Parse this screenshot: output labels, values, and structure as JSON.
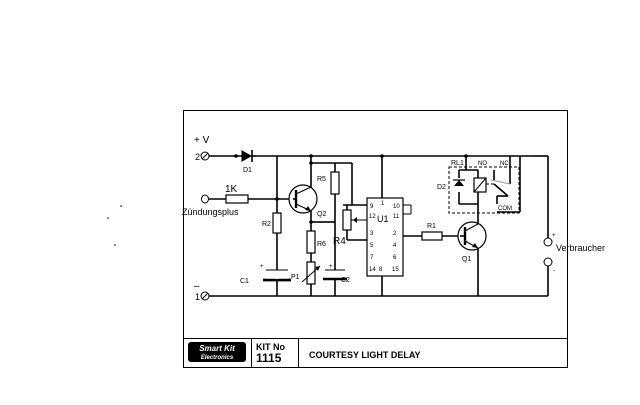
{
  "labels": {
    "supply_pos": "+ V",
    "supply_neg": "–",
    "node_pos": "2",
    "node_neg": "1",
    "d1": "D1",
    "k1": "1K",
    "ignition": "Zündungsplus",
    "r2": "R2",
    "c1": "C1",
    "q2": "Q2",
    "r5": "R5",
    "r6": "R6",
    "p1": "P1",
    "c2": "C2",
    "r4": "R4",
    "u1": "U1",
    "r1": "R1",
    "q1": "Q1",
    "rl1": "RL1",
    "no": "NO",
    "nc": "NC",
    "d2": "D2",
    "com": "COM",
    "load": "Verbraucher",
    "load_pos": "+",
    "load_neg": "-",
    "pin_1": "1",
    "pin_9": "9",
    "pin_10": "10",
    "pin_12": "12",
    "pin_11": "11",
    "pin_3": "3",
    "pin_2": "2",
    "pin_5": "5",
    "pin_4": "4",
    "pin_7": "7",
    "pin_6": "6",
    "pin_14": "14",
    "pin_8": "8",
    "pin_15": "15",
    "pol_plus_c1": "+",
    "pol_plus_c2": "+"
  },
  "title_block": {
    "logo_top": "Smart Kit",
    "logo_bottom": "Electronics",
    "kit_label": "KIT No",
    "kit_number": "1115",
    "title": "COURTESY LIGHT DELAY"
  }
}
